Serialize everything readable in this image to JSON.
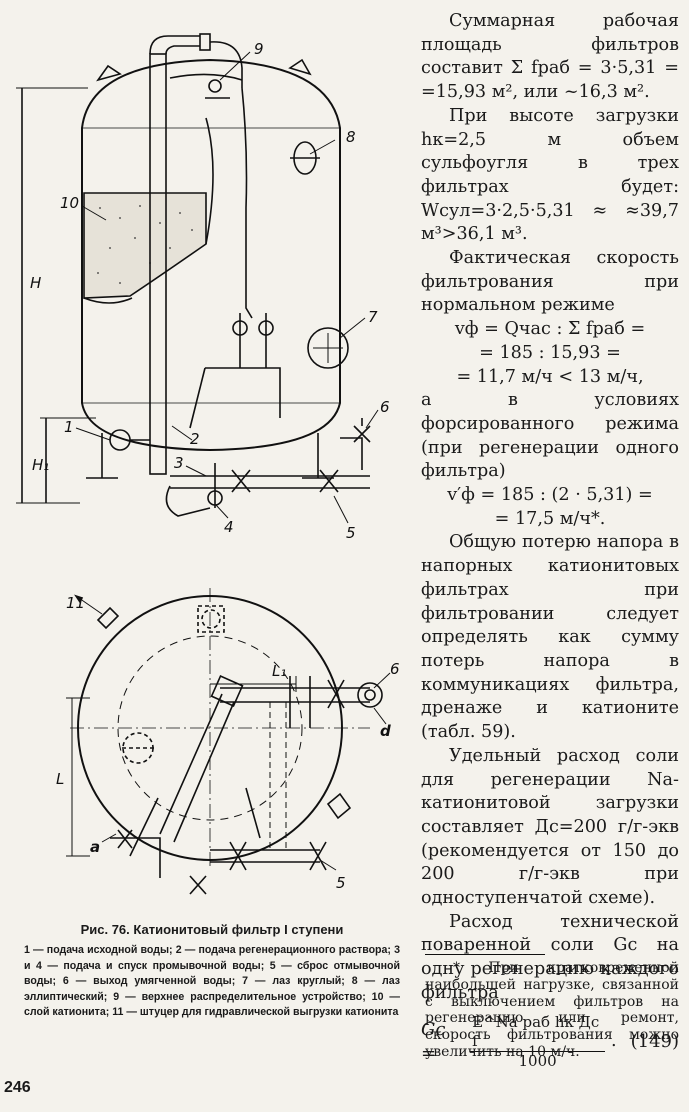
{
  "figure": {
    "top_labels": {
      "l9": "9",
      "l8": "8",
      "l10": "10",
      "lH": "H",
      "l7": "7",
      "l6": "6",
      "l1": "1",
      "l2": "2",
      "lH1": "H₁",
      "l3": "3",
      "l4": "4",
      "l5": "5"
    },
    "bottom_labels": {
      "l11": "11",
      "l6": "6",
      "ld": "d",
      "lL": "L",
      "lL1": "L₁",
      "la": "a",
      "l5": "5"
    },
    "caption_number": "Рис. 76.",
    "caption_title": "Катионитовый фильтр I ступени",
    "legend": "1 — подача исходной воды; 2 — подача регенерационного раствора; 3 и 4 — подача и спуск промывочной воды; 5 — сброс отмывочной воды; 6 — выход умягченной воды; 7 — лаз круглый; 8 — лаз эллиптический; 9 — верхнее распределительное устройство; 10 — слой катионита; 11 — штуцер для гидравлической выгрузки катионита"
  },
  "text": {
    "p1": "Суммарная рабочая площадь фильтров составит Σ fраб = 3·5,31 = =15,93 м², или ~16,3 м².",
    "p2": "При высоте загрузки hк=2,5 м объем сульфоугля в трех фильтрах будет: Wсул=3·2,5·5,31 ≈ ≈39,7 м³>36,1 м³.",
    "p3": "Фактическая скорость фильтрования при нормальном режиме",
    "eq1": "vф = Qчас : Σ fраб =",
    "eq2": "= 185 : 15,93 =",
    "eq3": "= 11,7 м/ч < 13 м/ч,",
    "p4": "а в условиях форсированного режима (при регенерации одного фильтра)",
    "eq4": "v′ф = 185 : (2 · 5,31) =",
    "eq5": "= 17,5 м/ч*.",
    "p5": "Общую потерю напора в напорных катионитовых фильтрах при фильтровании следует определять как сумму потерь напора в коммуникациях фильтра, дренаже и катионите (табл. 59).",
    "p6": "Удельный расход соли для регенерации Na-катионитовой загрузки составляет Дс=200 г/г-экв (рекомендуется от 150 до 200 г/г-экв при одноступенчатой схеме).",
    "p7": "Расход технической поваренной соли Gс на одну регенерацию каждого фильтра",
    "f149_lhs": "Gс =",
    "f149_num": "E^Na раб hк Дс f",
    "f149_den": "1000",
    "f149_tail": ".",
    "f149_no": "(149)"
  },
  "footnote": "* При кратковременной наибольшей нагрузке, связанной с выключением фильтров на регенерацию или ремонт, скорость фильтрования можно увеличить на 10 м/ч.",
  "page_number": "246"
}
